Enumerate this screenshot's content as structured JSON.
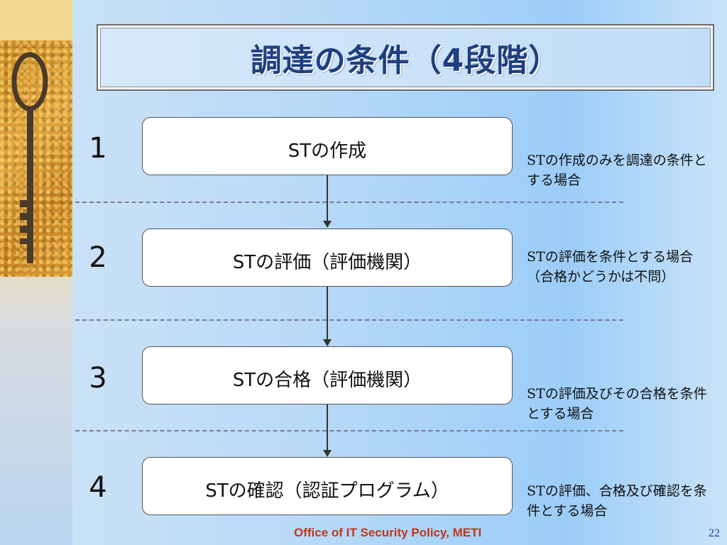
{
  "title": "調達の条件（4段階）",
  "steps": [
    {
      "number": "1",
      "label": "STの作成",
      "note": "STの作成のみを調達の条件とする場合"
    },
    {
      "number": "2",
      "label": "STの評価（評価機関）",
      "note": "STの評価を条件とする場合（合格かどうかは不問）"
    },
    {
      "number": "3",
      "label": "STの合格（評価機関）",
      "note": "STの評価及びその合格を条件とする場合"
    },
    {
      "number": "4",
      "label": "STの確認（認証プログラム）",
      "note": "STの評価、合格及び確認を条件とする場合"
    }
  ],
  "footer": {
    "text": "Office of IT Security Policy, METI",
    "page_number": "22"
  },
  "images": {
    "photo": "key-photo"
  }
}
